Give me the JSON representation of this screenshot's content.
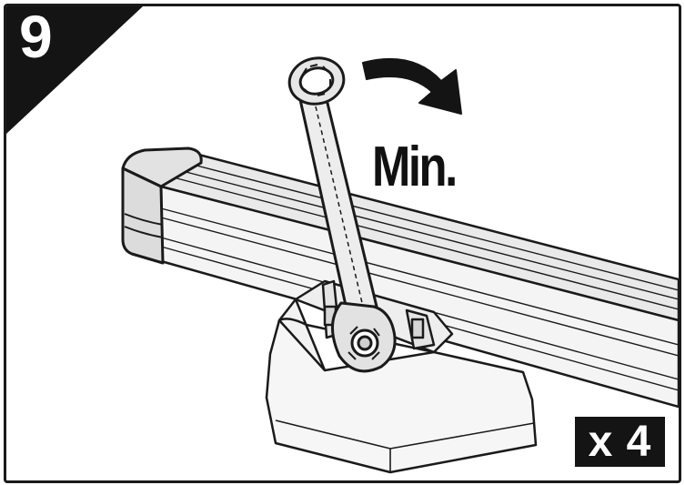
{
  "step": {
    "number": "9"
  },
  "instruction": {
    "torque_label": "Min.",
    "quantity_label": "x 4"
  },
  "colors": {
    "ink": "#141414",
    "paper": "#ffffff",
    "shade": "#e6e6e6"
  },
  "icons": {
    "rotation": "curved-arrow-clockwise",
    "tool": "combination-wrench"
  }
}
